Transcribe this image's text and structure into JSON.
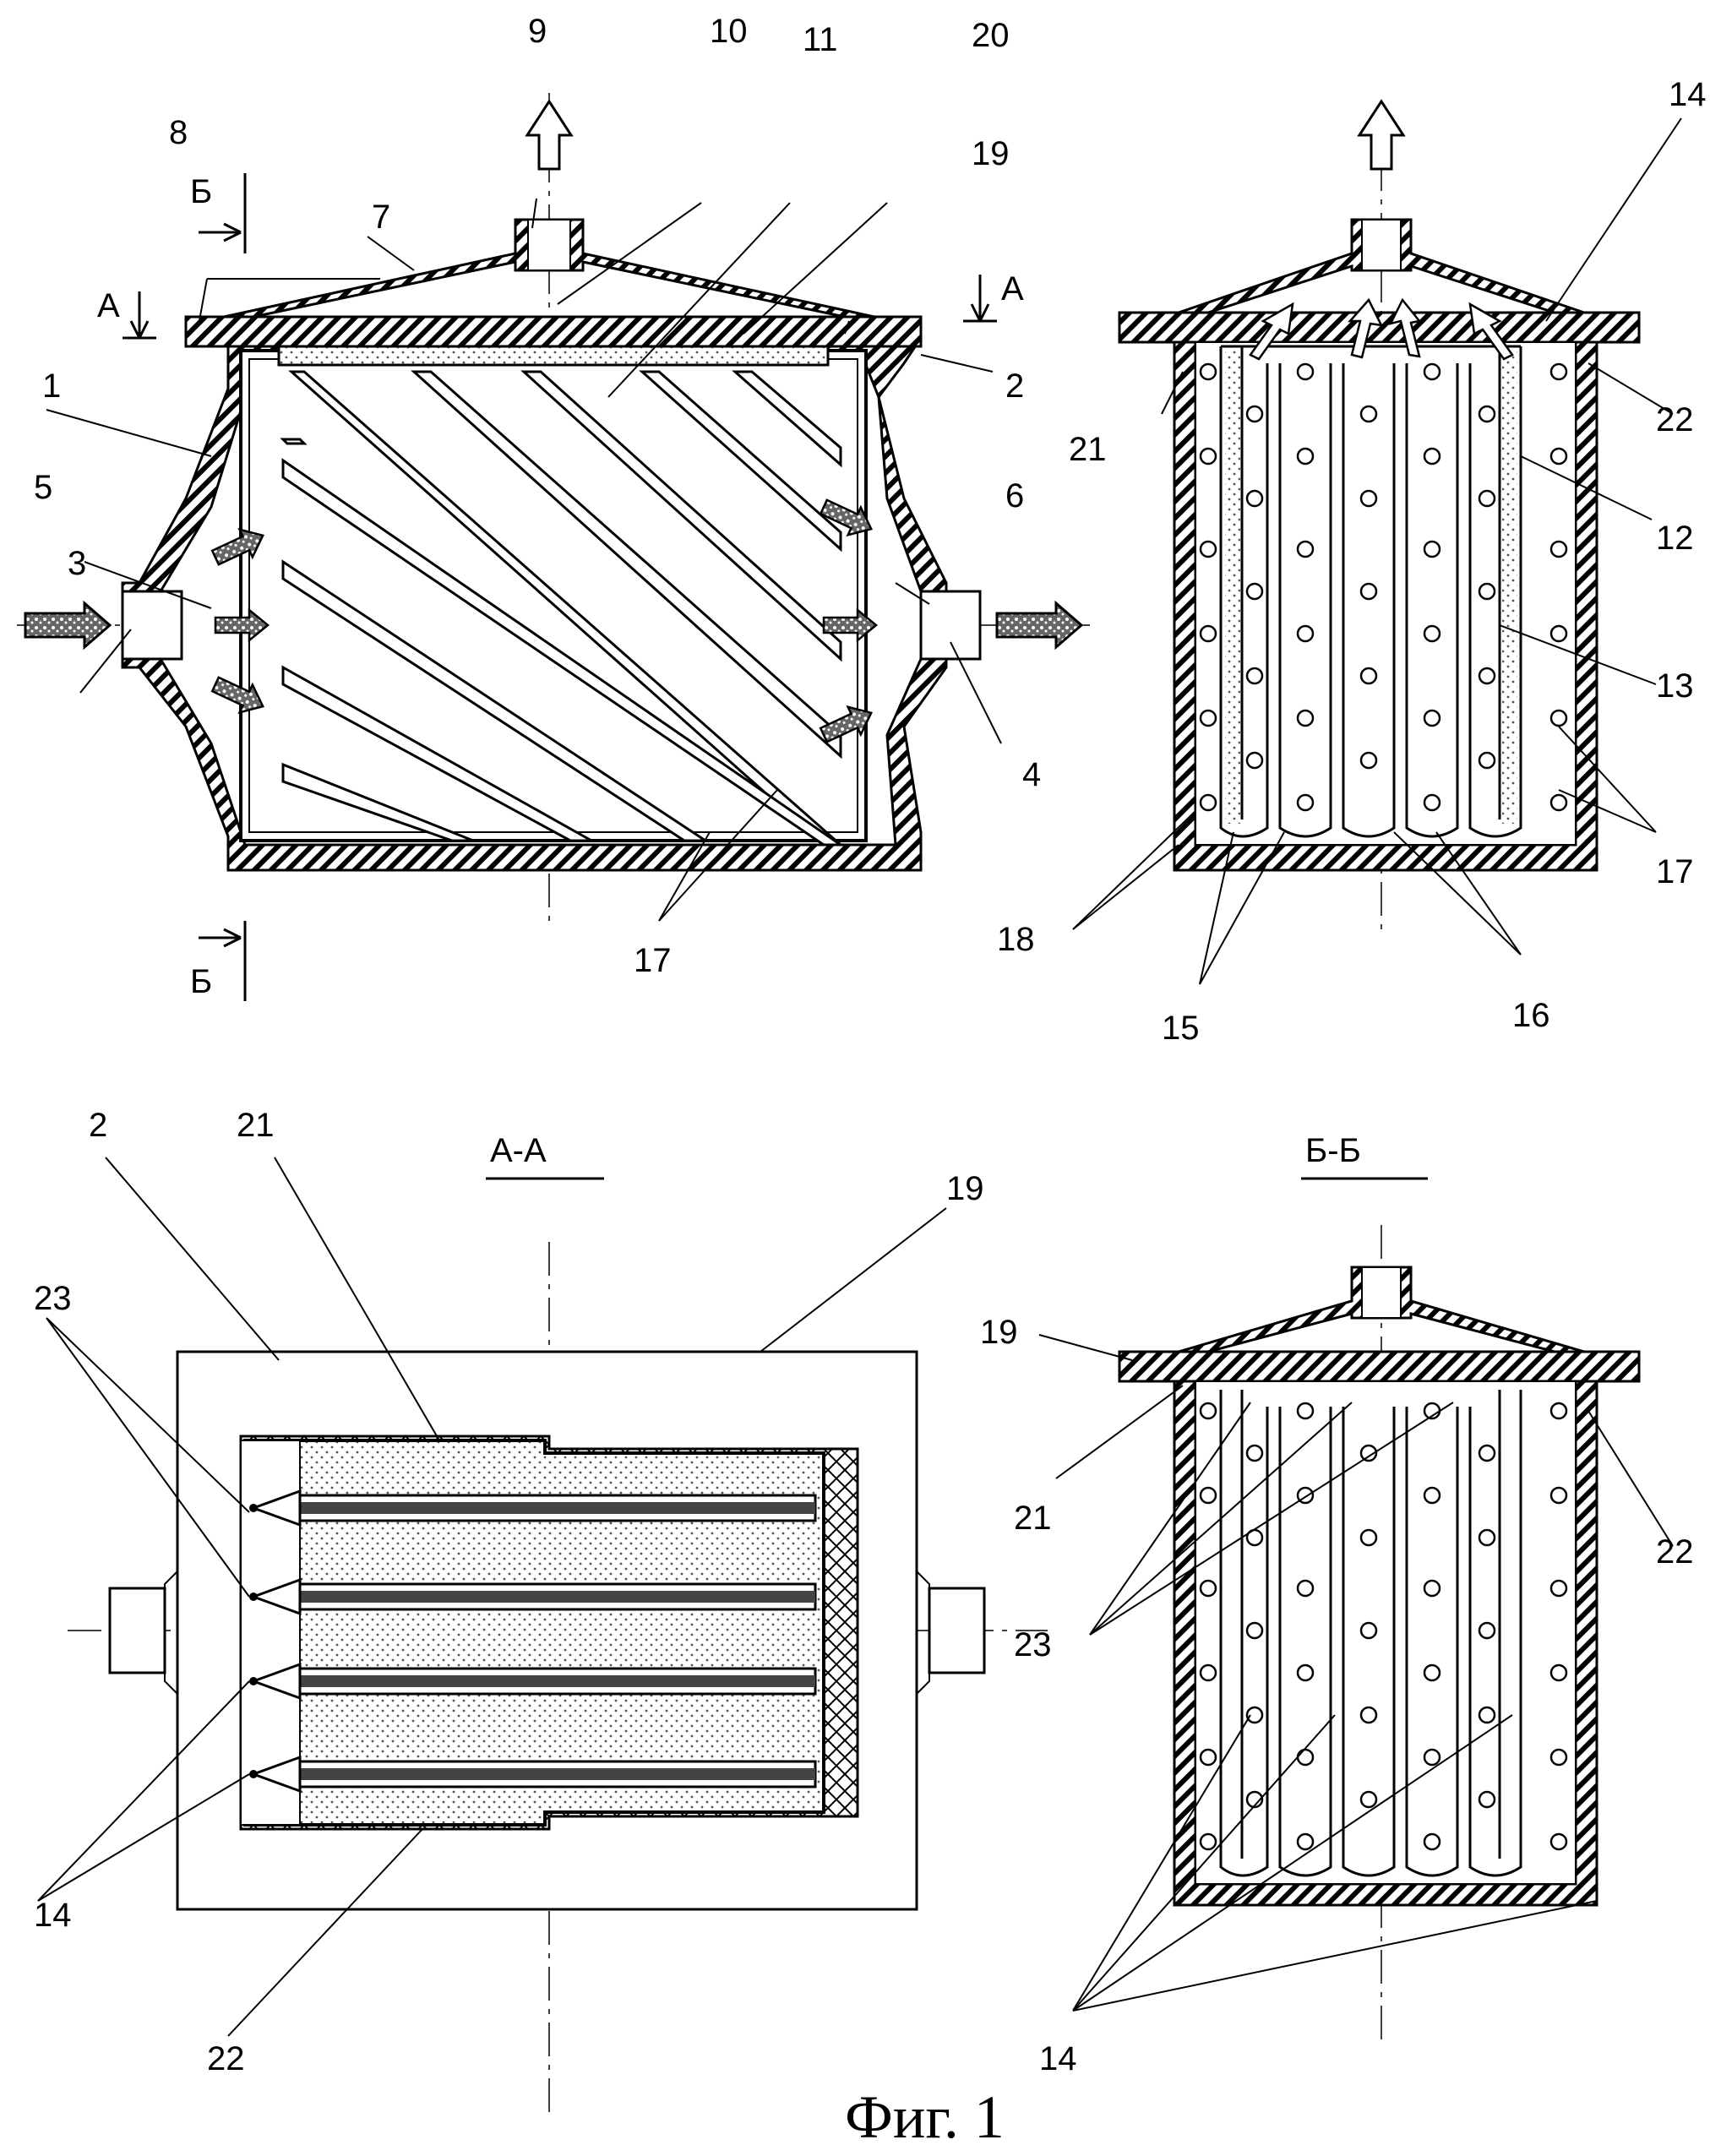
{
  "colors": {
    "ink": "#000000",
    "paper": "#ffffff",
    "porous": "#8a8a8a"
  },
  "section_titles": {
    "aa": "А-А",
    "bb": "Б-Б"
  },
  "section_marks": {
    "a": "А",
    "b": "Б"
  },
  "caption": "Фиг. 1",
  "labels": {
    "top_left": {
      "l1": "1",
      "l2": "2",
      "l3": "3",
      "l4": "4",
      "l5": "5",
      "l6": "6",
      "l7": "7",
      "l8": "8",
      "l9": "9",
      "l10": "10",
      "l11": "11",
      "l17": "17",
      "l19": "19",
      "l20": "20"
    },
    "top_right": {
      "l12": "12",
      "l13": "13",
      "l14": "14",
      "l15": "15",
      "l16": "16",
      "l17": "17",
      "l18": "18",
      "l21": "21",
      "l22": "22"
    },
    "bottom_left": {
      "l2": "2",
      "l14": "14",
      "l19": "19",
      "l21": "21",
      "l22": "22",
      "l23": "23"
    },
    "bottom_right": {
      "l14": "14",
      "l19": "19",
      "l21": "21",
      "l22": "22",
      "l23": "23"
    }
  },
  "icons": [
    "inlet-arrow-icon",
    "outlet-arrow-icon",
    "exhaust-arrow-icon",
    "section-arrow-icon"
  ]
}
